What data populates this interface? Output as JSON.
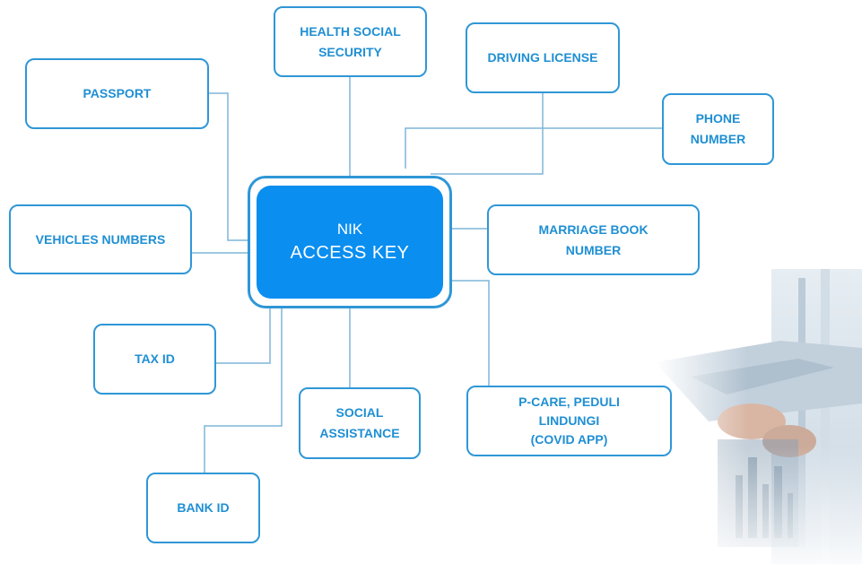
{
  "hub": {
    "line1": "NIK",
    "line2": "ACCESS KEY"
  },
  "nodes": {
    "health": [
      "HEALTH SOCIAL",
      "SECURITY"
    ],
    "driving": [
      "DRIVING LICENSE"
    ],
    "passport": [
      "PASSPORT"
    ],
    "phone": [
      "PHONE",
      "NUMBER"
    ],
    "vehicles": [
      "VEHICLES NUMBERS"
    ],
    "marriage": [
      "MARRIAGE BOOK",
      "NUMBER"
    ],
    "tax": [
      "TAX ID"
    ],
    "social": [
      "SOCIAL",
      "ASSISTANCE"
    ],
    "pcare": [
      "P-CARE, PEDULI",
      "LINDUNGI",
      "(COVID APP)"
    ],
    "bank": [
      "BANK ID"
    ]
  },
  "colors": {
    "accent": "#2f97d6",
    "hub_fill": "#0a8ef0",
    "text": "#1f8fd3"
  }
}
